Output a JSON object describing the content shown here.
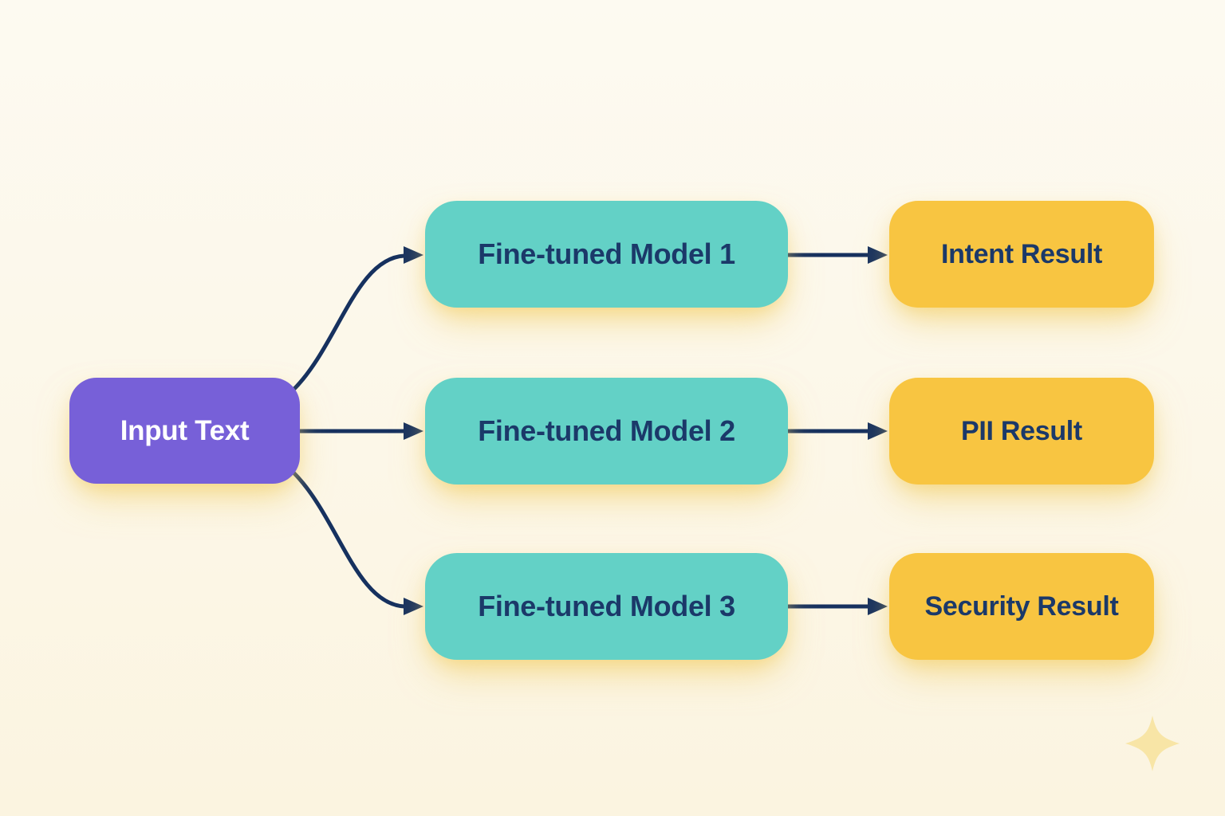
{
  "colors": {
    "bg-top": "#FDFAF1",
    "bg-mid": "#FCF7E8",
    "bg-bottom": "#FBF4E0",
    "purple": "#7760D8",
    "teal": "#63D1C6",
    "yellow": "#F8C541",
    "navy-text": "#1B3969",
    "arrow": "#16315F",
    "white": "#FFFFFF",
    "glow": "rgba(243, 206, 100, 0.55)",
    "sparkle": "#F8E5A6"
  },
  "nodes": {
    "input": {
      "label": "Input Text"
    },
    "model_1": {
      "label": "Fine-tuned Model 1"
    },
    "model_2": {
      "label": "Fine-tuned Model 2"
    },
    "model_3": {
      "label": "Fine-tuned Model 3"
    },
    "result_1": {
      "label": "Intent Result"
    },
    "result_2": {
      "label": "PII Result"
    },
    "result_3": {
      "label": "Security Result"
    }
  },
  "edges": [
    {
      "from": "Input Text",
      "to": "Fine-tuned Model 1"
    },
    {
      "from": "Input Text",
      "to": "Fine-tuned Model 2"
    },
    {
      "from": "Input Text",
      "to": "Fine-tuned Model 3"
    },
    {
      "from": "Fine-tuned Model 1",
      "to": "Intent Result"
    },
    {
      "from": "Fine-tuned Model 2",
      "to": "PII Result"
    },
    {
      "from": "Fine-tuned Model 3",
      "to": "Security Result"
    }
  ],
  "icons": {
    "sparkle": "four-point-star"
  }
}
